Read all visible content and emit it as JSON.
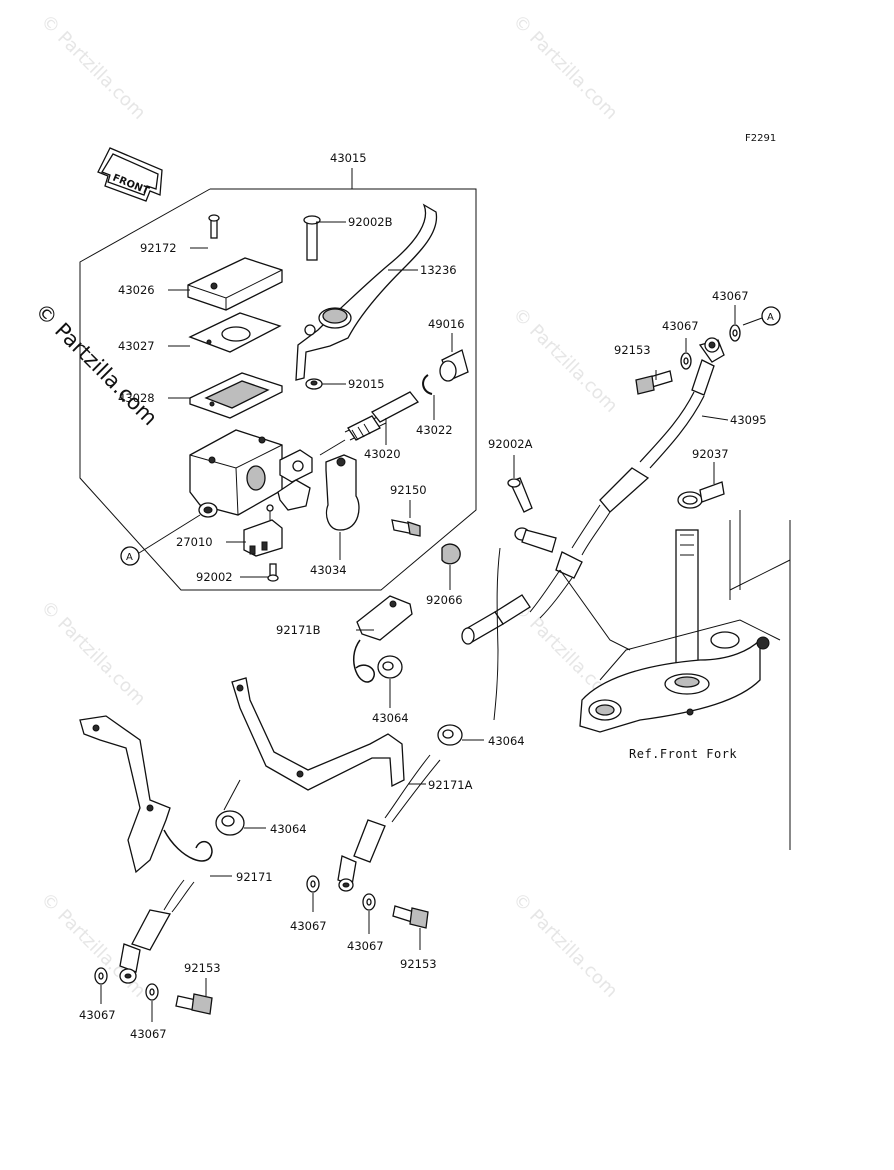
{
  "figure_code": "F2291",
  "front_label": "FRONT",
  "reference_note": "Ref.Front Fork",
  "callout_letter": "A",
  "watermarks": [
    "© Partzilla.com",
    "© Partzilla.com",
    "© Partzilla.com",
    "© Partzilla.com",
    "© Partzilla.com",
    "© Partzilla.com",
    "© Partzilla.com"
  ],
  "side_watermark": "© Partzilla.com",
  "assembly_label": "43015",
  "parts": {
    "p92002b": "92002B",
    "p92172": "92172",
    "p13236": "13236",
    "p43026": "43026",
    "p43027": "43027",
    "p49016": "49016",
    "p92015": "92015",
    "p43028": "43028",
    "p43022": "43022",
    "p43020": "43020",
    "p92150": "92150",
    "p27010": "27010",
    "p43034": "43034",
    "p92002": "92002",
    "p92066": "92066",
    "p43067_top1": "43067",
    "p43067_top2": "43067",
    "p92153_top": "92153",
    "p43095": "43095",
    "p92002a": "92002A",
    "p92037": "92037",
    "p92171b": "92171B",
    "p43064_a": "43064",
    "p43064_b": "43064",
    "p92171a": "92171A",
    "p43064_c": "43064",
    "p92171": "92171",
    "p43067_mid1": "43067",
    "p43067_mid2": "43067",
    "p92153_mid": "92153",
    "p92153_low": "92153",
    "p43067_low1": "43067",
    "p43067_low2": "43067"
  }
}
